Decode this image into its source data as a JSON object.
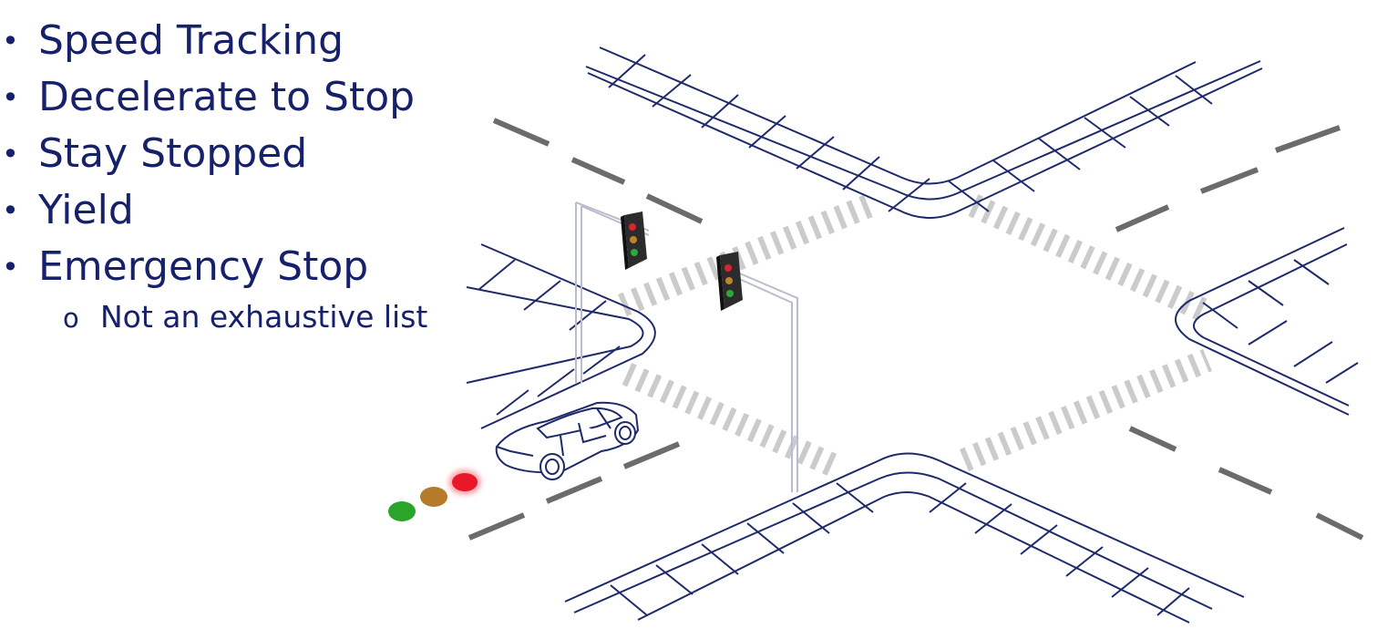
{
  "bullets": [
    "Speed Tracking",
    "Decelerate to Stop",
    "Stay Stopped",
    "Yield",
    "Emergency Stop"
  ],
  "sub_bullets": [
    "Not an exhaustive list"
  ],
  "colors": {
    "text": "#16206b",
    "road_line": "#1f2a6b",
    "lane_dash": "#6b6b6b",
    "crosswalk": "#c8c8c8",
    "signal_red": "#e8182a",
    "signal_amber": "#b57a2c",
    "signal_green": "#2aa52a"
  },
  "icons": [
    "car-icon",
    "traffic-light-icon",
    "signal-state-icon"
  ]
}
